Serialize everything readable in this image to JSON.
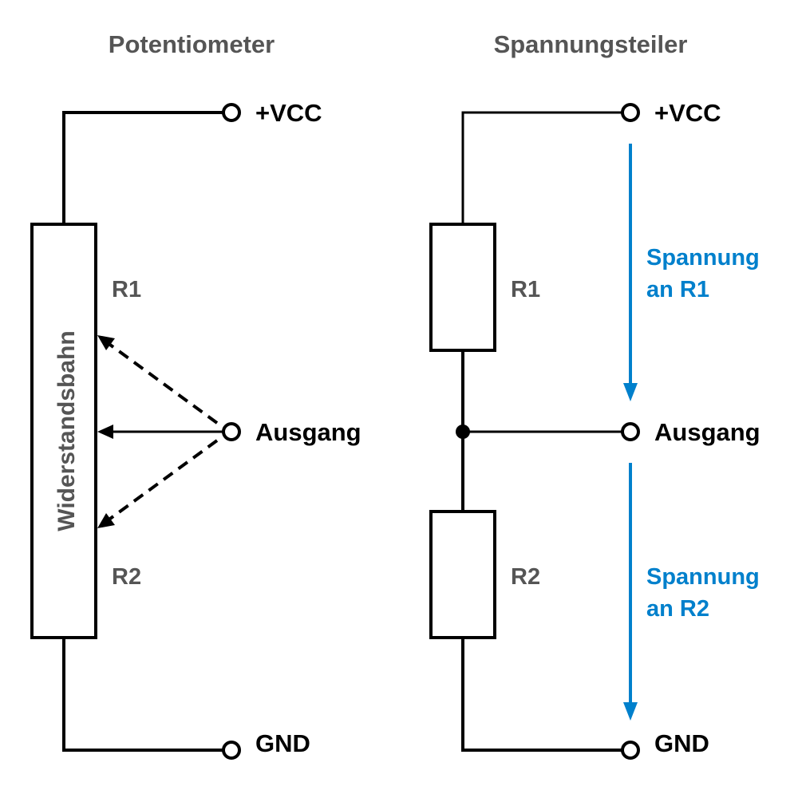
{
  "colors": {
    "wire": "#000000",
    "label_gray": "#555555",
    "accent_blue": "#0080cc"
  },
  "potentiometer": {
    "title": "Potentiometer",
    "terminals": {
      "vcc": "+VCC",
      "output": "Ausgang",
      "gnd": "GND"
    },
    "track_label": "Widerstandsbahn",
    "r1_label": "R1",
    "r2_label": "R2"
  },
  "voltage_divider": {
    "title": "Spannungsteiler",
    "terminals": {
      "vcc": "+VCC",
      "output": "Ausgang",
      "gnd": "GND"
    },
    "r1_label": "R1",
    "r2_label": "R2",
    "voltage_r1": [
      "Spannung",
      "an R1"
    ],
    "voltage_r2": [
      "Spannung",
      "an R2"
    ]
  }
}
